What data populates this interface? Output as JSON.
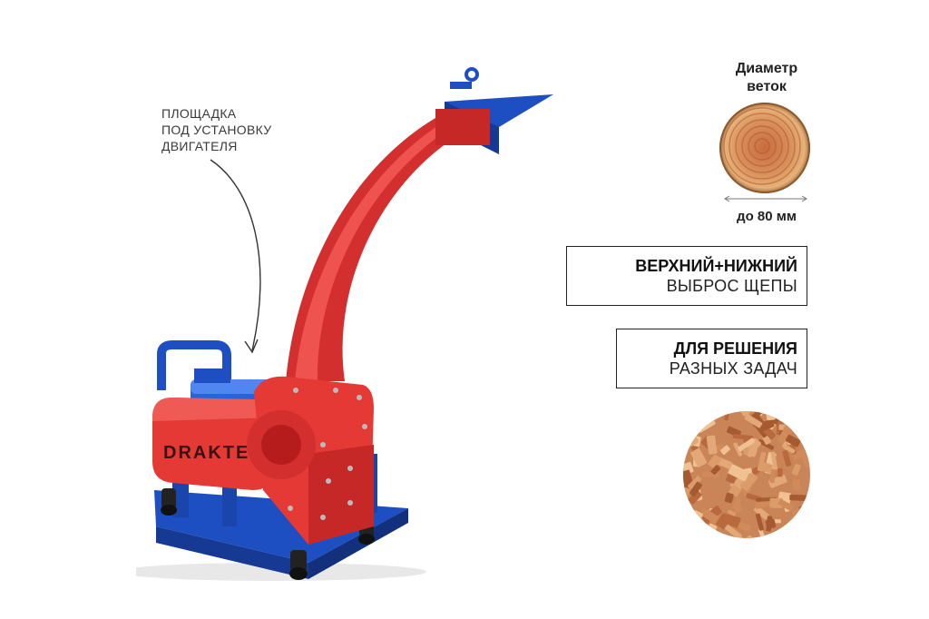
{
  "callout": {
    "lines": [
      "ПЛОЩАДКА",
      "ПОД УСТАНОВКУ",
      "ДВИГАТЕЛЯ"
    ]
  },
  "machine": {
    "brand_logo": "DRAKTER",
    "colors": {
      "body": "#e53935",
      "frame": "#1e4fc2"
    }
  },
  "diameter": {
    "title_lines": [
      "Диаметр",
      "веток"
    ],
    "value": "до 80 мм"
  },
  "features": [
    {
      "strong": "ВЕРХНИЙ+НИЖНИЙ",
      "light": "ВЫБРОС ЩЕПЫ"
    },
    {
      "strong": "ДЛЯ РЕШЕНИЯ",
      "light": "РАЗНЫХ ЗАДАЧ"
    }
  ],
  "images": {
    "log": "wood-log-cross-section",
    "chips": "wood-chips-pile"
  }
}
